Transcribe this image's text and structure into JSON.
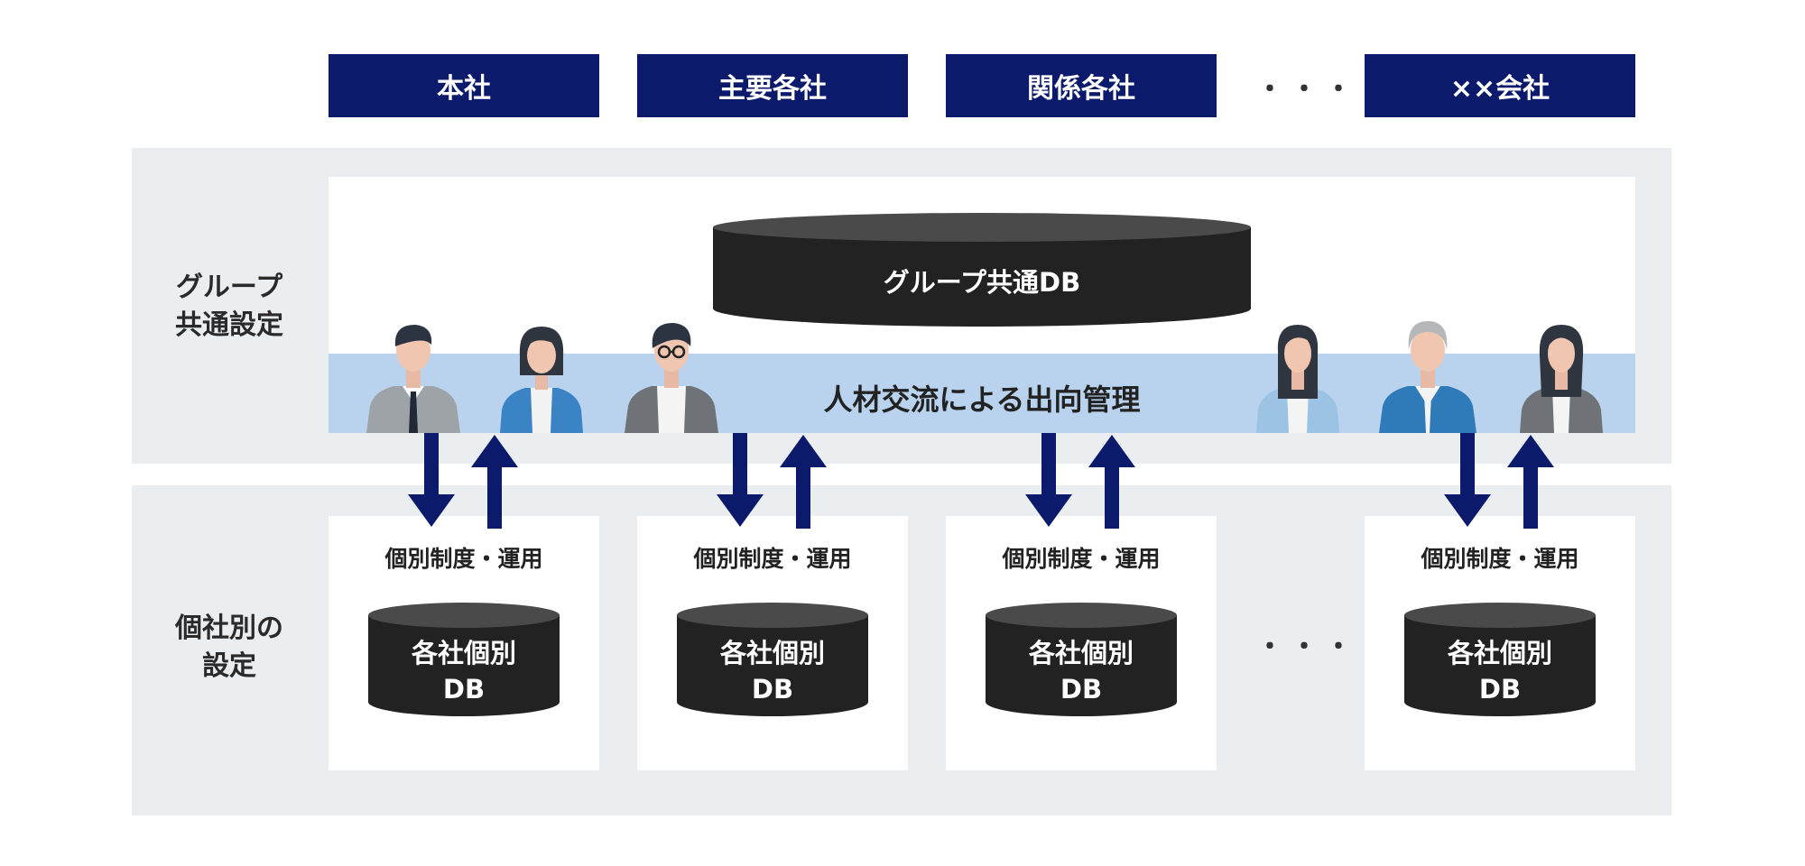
{
  "companies": [
    "本社",
    "主要各社",
    "関係各社",
    "××会社"
  ],
  "ellipsis": "・・・・",
  "rows": {
    "group_label_line1": "グループ",
    "group_label_line2": "共通設定",
    "individual_label_line1": "個社別の",
    "individual_label_line2": "設定"
  },
  "group_db": "グループ共通DB",
  "exchange_label": "人材交流による出向管理",
  "subsidiaries": [
    {
      "label": "個別制度・運用",
      "db_line1": "各社個別",
      "db_line2": "DB"
    },
    {
      "label": "個別制度・運用",
      "db_line1": "各社個別",
      "db_line2": "DB"
    },
    {
      "label": "個別制度・運用",
      "db_line1": "各社個別",
      "db_line2": "DB"
    },
    {
      "label": "個別制度・運用",
      "db_line1": "各社個別",
      "db_line2": "DB"
    }
  ],
  "colors": {
    "navy": "#0b1a6b",
    "band": "#ebeef1",
    "exchange": "#b9d3ef",
    "db": "#222222"
  }
}
